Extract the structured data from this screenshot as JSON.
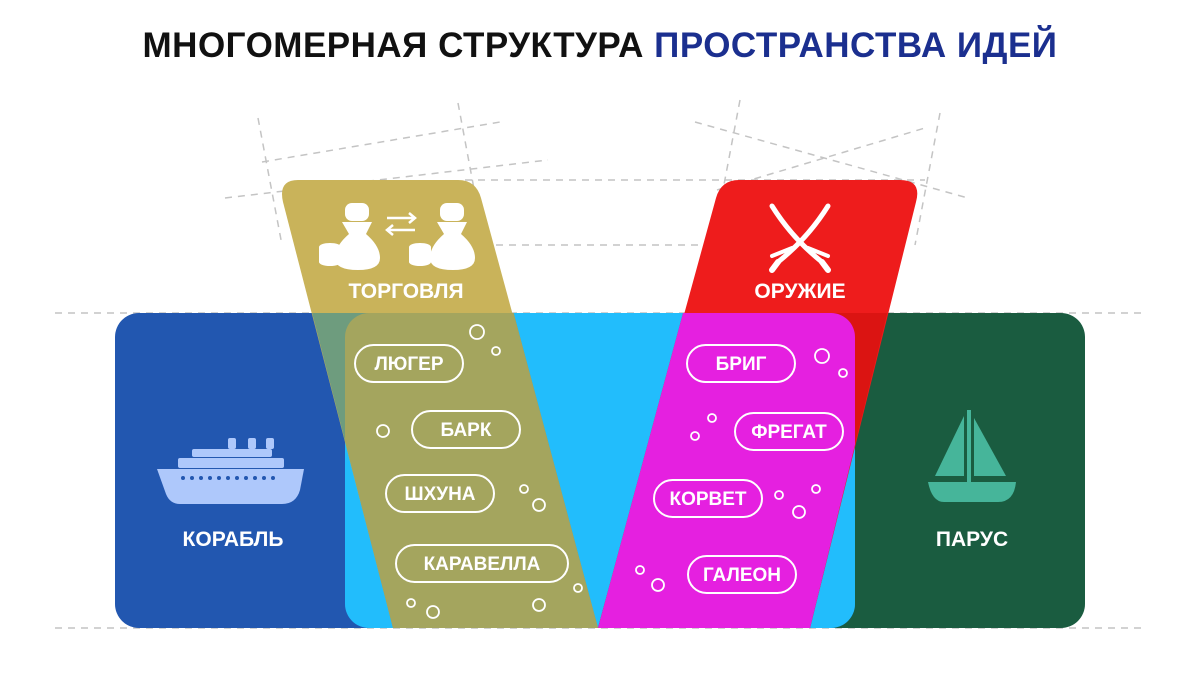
{
  "title": {
    "part1": "МНОГОМЕРНАЯ СТРУКТУРА",
    "part2": "ПРОСТРАНСТВА ИДЕЙ",
    "accent_color": "#1b2f8f"
  },
  "categories": {
    "ship": {
      "label": "КОРАБЛЬ",
      "icon": "ship-icon",
      "color": "#2257b0"
    },
    "sail": {
      "label": "ПАРУС",
      "icon": "sailboat-icon",
      "color": "#1a5c40"
    },
    "trade": {
      "label": "ТОРГОВЛЯ",
      "icon": "money-bags-exchange-icon",
      "color": "#c9b35a"
    },
    "weapon": {
      "label": "ОРУЖИЕ",
      "icon": "crossed-sabers-icon",
      "color": "#ee1c1c"
    }
  },
  "overlaps": {
    "center": {
      "color": "#22bdfc"
    },
    "trade_ship": {
      "color": "#a4a55e"
    },
    "weapon_ship": {
      "color": "#e520e0"
    }
  },
  "trade_ships": [
    "ЛЮГЕР",
    "БАРК",
    "ШХУНА",
    "КАРАВЕЛЛА"
  ],
  "war_ships": [
    "БРИГ",
    "ФРЕГАТ",
    "КОРВЕТ",
    "ГАЛЕОН"
  ]
}
